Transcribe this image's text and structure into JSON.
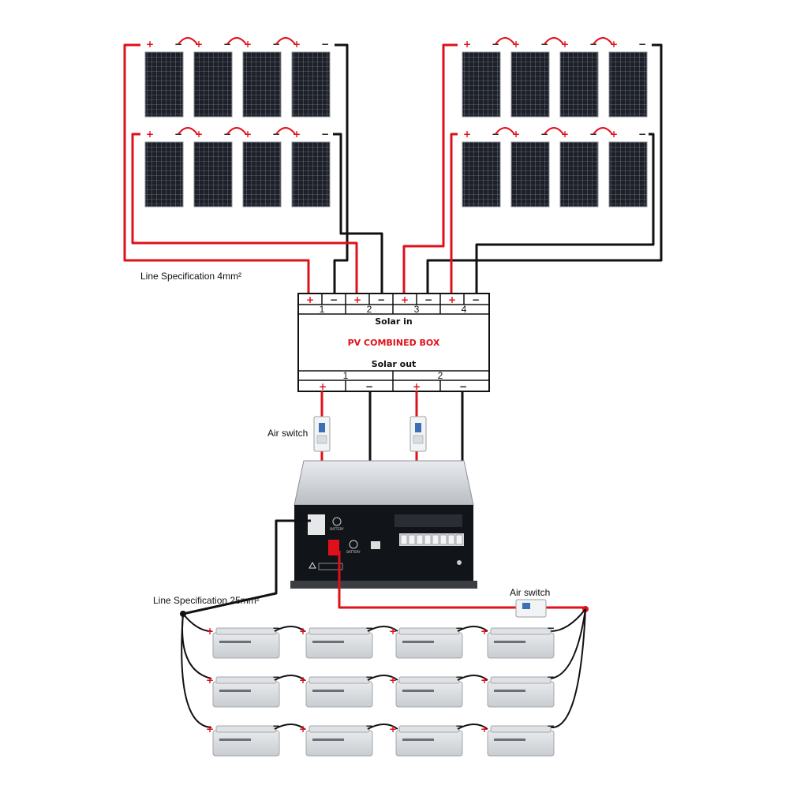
{
  "labels": {
    "pv_line_spec": "Line Specification 4mm²",
    "battery_line_spec": "Line Specification 25mm²",
    "air_switch_pv": "Air switch",
    "air_switch_battery": "Air switch"
  },
  "combiner_box": {
    "title": "PV COMBINED BOX",
    "solar_in": "Solar in",
    "solar_out": "Solar out",
    "input_numbers": [
      "1",
      "2",
      "3",
      "4"
    ],
    "output_numbers": [
      "1",
      "2"
    ],
    "plus": "+",
    "minus": "−"
  },
  "inverter": {
    "battery_label": "BATTERY"
  },
  "panel_polarity": {
    "plus": "+",
    "minus": "−"
  },
  "colors": {
    "positive_wire": "#e0101a",
    "negative_wire": "#111111",
    "panel_cell": "#1c1f26",
    "panel_frame": "#8a8f96"
  }
}
